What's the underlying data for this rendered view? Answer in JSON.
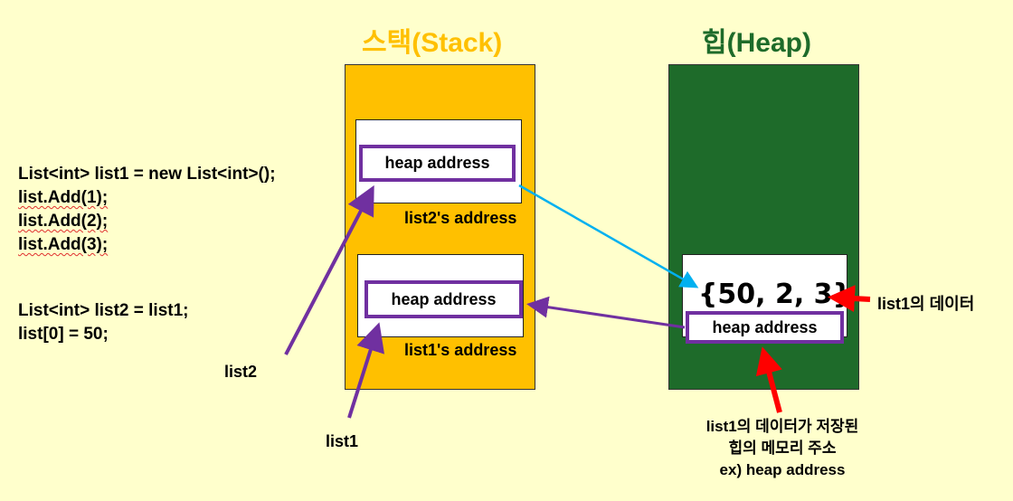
{
  "titles": {
    "stack": "스택(Stack)",
    "heap": "힙(Heap)"
  },
  "code_block_1": [
    "List<int> list1 = new List<int>();",
    "list.Add(1);",
    "list.Add(2);",
    "list.Add(3);"
  ],
  "code_block_2": [
    "List<int> list2 = list1;",
    "list[0] = 50;"
  ],
  "stack": {
    "slot_top": {
      "content": "heap address",
      "label": "list2's address"
    },
    "slot_bottom": {
      "content": "heap address",
      "label": "list1's address"
    }
  },
  "heap": {
    "data_value": "{50, 2, 3}",
    "address": "heap address"
  },
  "annotations": {
    "list2": "list2",
    "list1": "list1",
    "heap_data": "list1의 데이터",
    "heap_address_note": [
      "list1의 데이터가 저장된",
      "힙의 메모리 주소",
      "ex) heap address"
    ]
  },
  "colors": {
    "background": "#FFFFCC",
    "stack_fill": "#FFC000",
    "heap_fill": "#1E6B2A",
    "stack_title": "#FFC000",
    "heap_title": "#1E6B2A",
    "pointer_box": "#7030A0",
    "cyan_arrow": "#00B0F0",
    "red_arrow": "#FF0000"
  }
}
